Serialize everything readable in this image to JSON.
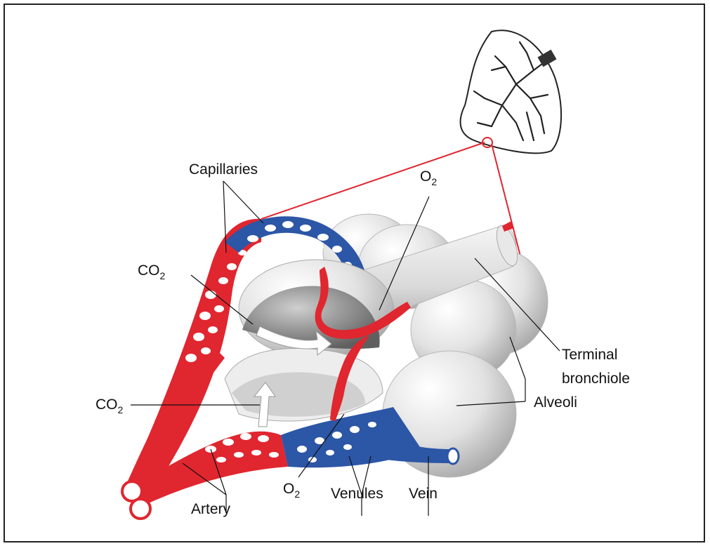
{
  "labels": {
    "capillaries": "Capillaries",
    "co2_upper": "CO",
    "co2_upper_sub": "2",
    "co2_lower": "CO",
    "co2_lower_sub": "2",
    "o2_upper": "O",
    "o2_upper_sub": "2",
    "o2_lower": "O",
    "o2_lower_sub": "2",
    "terminal_line1": "Terminal",
    "terminal_line2": "bronchiole",
    "alveoli": "Alveoli",
    "artery": "Artery",
    "venules": "Venules",
    "vein": "Vein"
  },
  "colors": {
    "artery_red": "#e0262f",
    "vein_blue": "#2c56a6",
    "alveolus_gray": "#d6d6d6",
    "frame": "#222222"
  }
}
